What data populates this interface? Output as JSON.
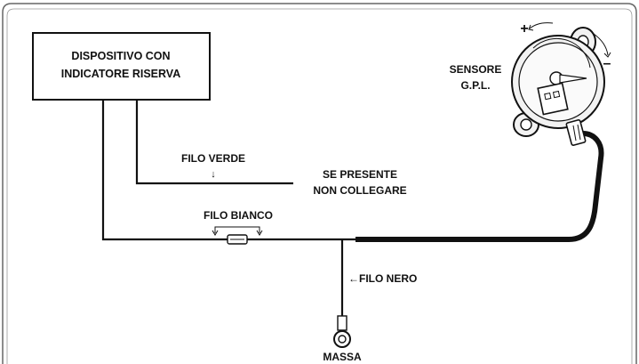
{
  "diagram": {
    "header_title": "",
    "device_box": {
      "line1": "DISPOSITIVO CON",
      "line2": "INDICATORE RISERVA"
    },
    "sensor_label": {
      "line1": "SENSORE",
      "line2": "G.P.L."
    },
    "sensor_signs": {
      "plus": "+",
      "minus": "–"
    },
    "green_wire": {
      "label": "FILO VERDE",
      "arrow": "↓",
      "note_line1": "SE PRESENTE",
      "note_line2": "NON COLLEGARE"
    },
    "white_wire": {
      "label": "FILO BIANCO"
    },
    "black_wire": {
      "label": "FILO NERO",
      "arrow": "←"
    },
    "ground": {
      "label": "MASSA"
    },
    "colors": {
      "line": "#111111",
      "frame": "#666666",
      "sensor_fill": "#f2f2f2"
    }
  }
}
